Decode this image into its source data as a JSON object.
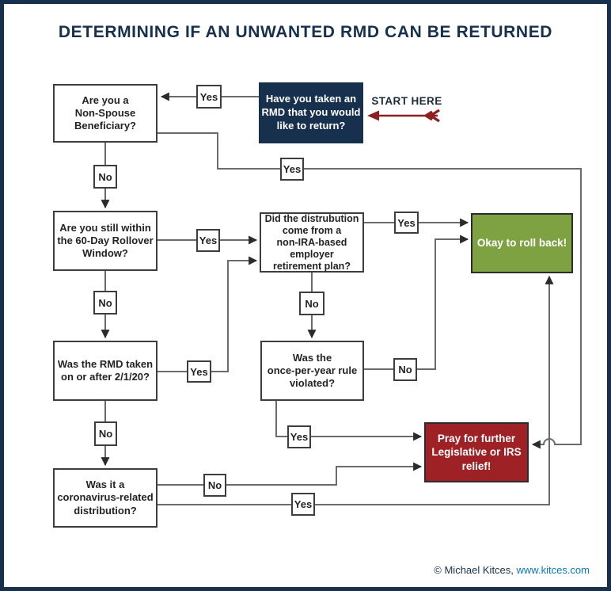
{
  "title": "DETERMINING IF AN UNWANTED RMD CAN BE RETURNED",
  "start_hint": "START HERE",
  "nodes": {
    "start": "Have you taken an\nRMD that you would\nlike to return?",
    "nonspouse": "Are you a\nNon-Spouse\nBeneficiary?",
    "window60": "Are you still within\nthe 60-Day Rollover\nWindow?",
    "distribution": "Did the distrubution\ncome from a\nnon-IRA-based\nemployer\nretirement plan?",
    "onceperyear": "Was the\nonce-per-year rule\nviolated?",
    "rmdtaken": "Was the RMD taken\non or after 2/1/20?",
    "coronavirus": "Was it a\ncoronavirus-related\ndistribution?",
    "rollback": "Okay to roll back!",
    "pray": "Pray for further\nLegislative or IRS\nrelief!"
  },
  "edge_labels": {
    "start_yes": "Yes",
    "nonspouse_yes": "Yes",
    "nonspouse_no": "No",
    "window_yes": "Yes",
    "window_no": "No",
    "distribution_yes": "Yes",
    "distribution_no": "No",
    "onceperyear_no": "No",
    "onceperyear_yes": "Yes",
    "rmdtaken_yes": "Yes",
    "rmdtaken_no": "No",
    "coronavirus_no": "No",
    "coronavirus_yes": "Yes"
  },
  "footer": {
    "copyright": "© Michael Kitces,",
    "link_text": "www.kitces.com"
  },
  "colors": {
    "navy": "#17304d",
    "green": "#7ea142",
    "red": "#9e2125",
    "line": "#6b6b6b",
    "arrow": "#2b2b2b",
    "border": "#3d3d3d",
    "link": "#0a78c0",
    "arrow_red": "#8e1f21"
  }
}
